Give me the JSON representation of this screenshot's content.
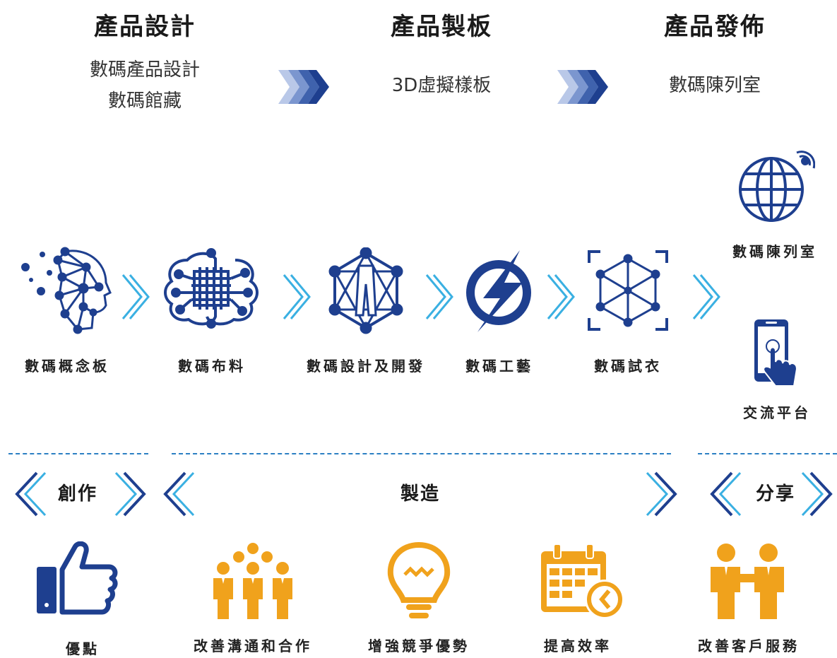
{
  "header": {
    "stages": [
      {
        "title": "產品設計",
        "lines": [
          "數碼產品設計",
          "數碼館藏"
        ]
      },
      {
        "title": "產品製板",
        "lines": [
          "3D虛擬樣板"
        ]
      },
      {
        "title": "產品發佈",
        "lines": [
          "數碼陳列室"
        ]
      }
    ]
  },
  "process": {
    "steps": [
      {
        "label": "數碼概念板",
        "icon": "brain-network-icon"
      },
      {
        "label": "數碼布料",
        "icon": "circuit-fabric-icon"
      },
      {
        "label": "數碼設計及開發",
        "icon": "garment-network-icon"
      },
      {
        "label": "數碼工藝",
        "icon": "lightning-bolt-icon"
      },
      {
        "label": "數碼試衣",
        "icon": "3d-cube-icon"
      }
    ],
    "outputs": [
      {
        "label": "數碼陳列室",
        "icon": "globe-wifi-icon"
      },
      {
        "label": "交流平台",
        "icon": "touch-phone-icon"
      }
    ]
  },
  "sections": {
    "create": "創作",
    "manufacture": "製造",
    "share": "分享"
  },
  "benefits": [
    {
      "label": "優點",
      "icon": "thumbs-up-icon"
    },
    {
      "label": "改善溝通和合作",
      "icon": "team-icon"
    },
    {
      "label": "增強競爭優勢",
      "icon": "lightbulb-icon"
    },
    {
      "label": "提高效率",
      "icon": "calendar-clock-icon"
    },
    {
      "label": "改善客戶服務",
      "icon": "handshake-icon"
    }
  ],
  "colors": {
    "navy": "#1e3f8f",
    "cyan": "#3ab0e2",
    "orange": "#f0a21c",
    "dash": "#2b7fc3"
  }
}
